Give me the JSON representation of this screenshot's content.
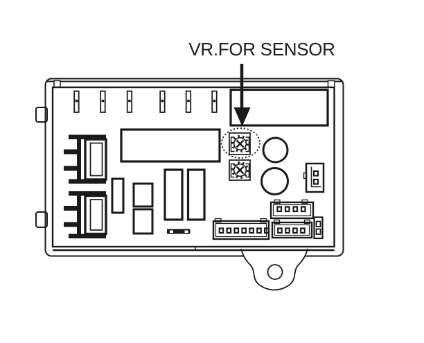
{
  "colors": {
    "line": "#1a1a1a",
    "background": "#ffffff"
  },
  "diagram": {
    "label": "VR.FOR SENSOR",
    "board": {
      "vent_slot_count": 6,
      "trimmer_count": 2,
      "round_component_count": 2,
      "connector_pin_counts": [
        7,
        4,
        4,
        2
      ],
      "mounting_hole_count": 1
    }
  }
}
